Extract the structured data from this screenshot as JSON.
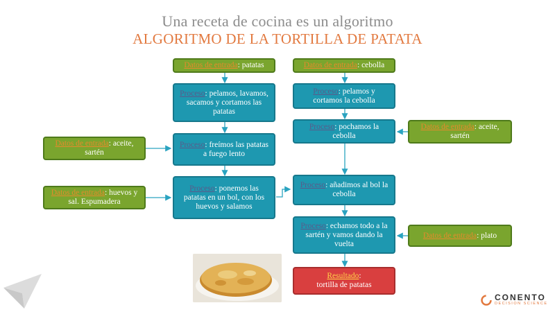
{
  "header": {
    "subtitle": "Una receta de cocina es un algoritmo",
    "title": "ALGORITMO DE LA TORTILLA DE PATATA"
  },
  "labels": {
    "input": "Datos de entrada",
    "process": "Proceso",
    "result": "Resultado"
  },
  "left_column": {
    "input_potatoes": ": patatas",
    "process_peel": ": pelamos, lavamos, sacamos y cortamos las patatas",
    "input_oil_pan": ": aceite, sartén",
    "process_fry": ": freímos las patatas a fuego lento",
    "input_eggs_salt": ": huevos y sal. Espumadera",
    "process_bowl": ": ponemos las patatas en un bol, con los huevos y salamos"
  },
  "right_column": {
    "input_onion": ": cebolla",
    "process_cut_onion": ": pelamos y cortamos la cebolla",
    "process_poach_onion": ": pochamos la cebolla",
    "input_oil_pan_2": ": aceite, sartén",
    "process_add_onion": ": añadimos al bol la cebolla",
    "process_pan_flip": ": echamos todo a la sartén y vamos dando la vuelta",
    "input_plate": ": plato",
    "result_text": "tortilla de patatas"
  },
  "logo": {
    "name": "CONENTO",
    "tagline": "DECISION SCIENCE"
  },
  "colors": {
    "input_box": "#7aa52e",
    "process_box": "#1e98b0",
    "result_box": "#d93f3f",
    "title_accent": "#e2793f",
    "arrow": "#2aa3c0"
  },
  "icons": {
    "photo": "tortilla-photo",
    "logo": "conento-logo-icon",
    "corner": "arrow-watermark-icon"
  }
}
